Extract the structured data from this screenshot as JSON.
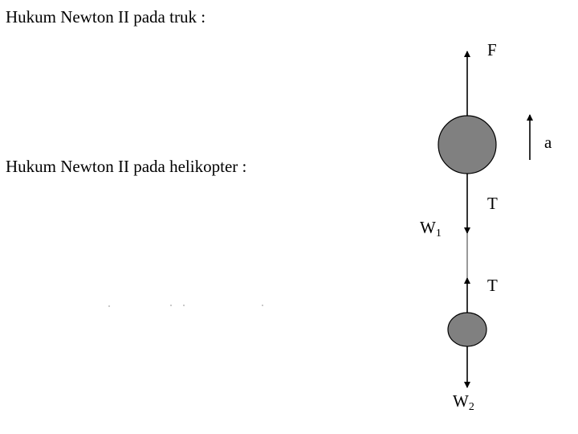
{
  "headings": {
    "truk": "Hukum Newton II pada truk :",
    "helikopter": "Hukum Newton II pada helikopter :"
  },
  "labels": {
    "force_f": "F",
    "accel_a": "a",
    "tension_top": "T",
    "tension_bottom": "T",
    "weight1_base": "W",
    "weight1_sub": "1",
    "weight2_base": "W",
    "weight2_sub": "2"
  },
  "colors": {
    "body_fill": "#808080",
    "ink": "#000000"
  }
}
